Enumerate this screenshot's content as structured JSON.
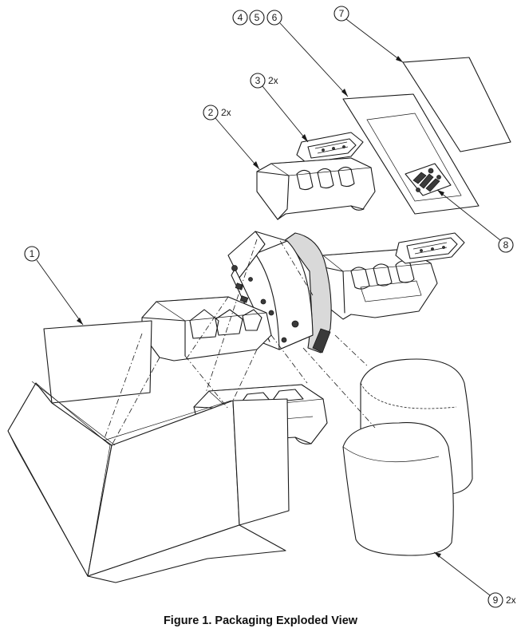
{
  "figure": {
    "caption": "Figure 1. Packaging Exploded View"
  },
  "callouts": [
    {
      "number": "1",
      "qty": ""
    },
    {
      "number": "2",
      "qty": "2x"
    },
    {
      "number": "3",
      "qty": "2x"
    },
    {
      "number": "4",
      "qty": ""
    },
    {
      "number": "5",
      "qty": ""
    },
    {
      "number": "6",
      "qty": ""
    },
    {
      "number": "7",
      "qty": ""
    },
    {
      "number": "8",
      "qty": ""
    },
    {
      "number": "9",
      "qty": "2x"
    }
  ]
}
